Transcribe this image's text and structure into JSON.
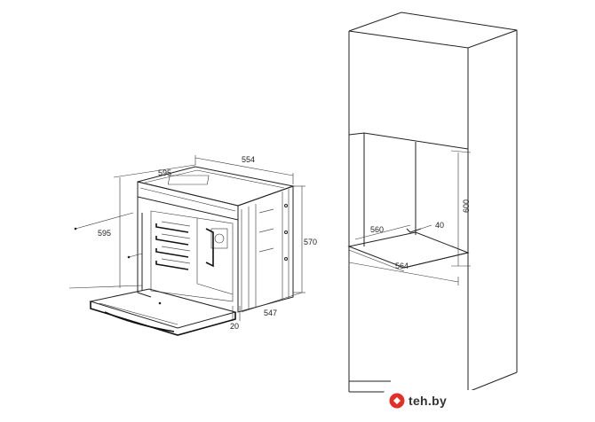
{
  "oven": {
    "dim_top_width": "554",
    "dim_depth_top": "595",
    "dim_front_height": "595",
    "dim_right_height": "570",
    "dim_bottom_depth": "547",
    "dim_door_gap": "20"
  },
  "cabinet": {
    "dim_niche_height": "600",
    "dim_niche_depth": "560",
    "dim_vent": "40",
    "dim_niche_width": "564"
  },
  "watermark": {
    "text": "teh.by",
    "color": "#e0302a"
  }
}
